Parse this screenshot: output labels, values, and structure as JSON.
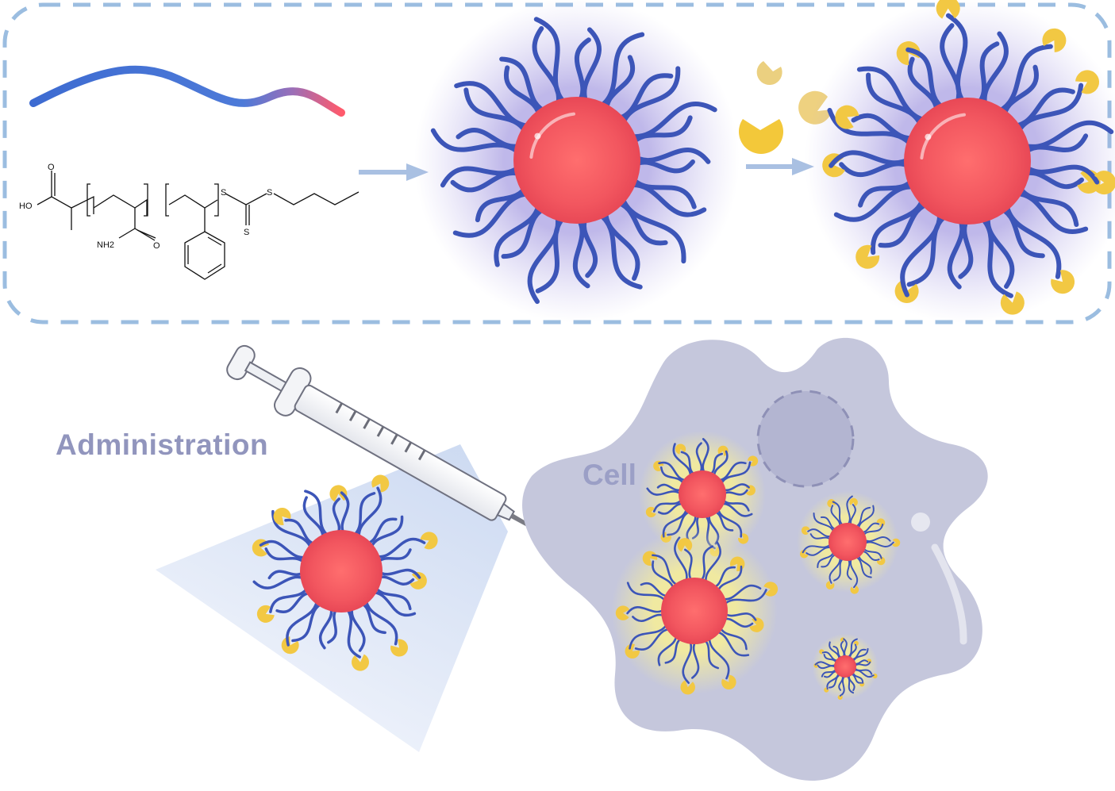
{
  "labels": {
    "administration": "Administration",
    "cell": "Cell"
  },
  "chemical_structure": {
    "atoms": {
      "carboxyl_oxygen": "O",
      "hydroxyl": "HO",
      "amide_nitrogen": "NH2",
      "amide_oxygen": "O",
      "sulfur_1": "S",
      "sulfur_2": "S",
      "sulfur_thione": "S"
    }
  },
  "colors": {
    "core": "#f2565f",
    "corona_chain": "#3c55b8",
    "ligand": "#f2c843",
    "dashed_box": "#9bbde0",
    "arrow": "#a9c0e2",
    "cell_body": "#c5c7dc",
    "label_text": "#9195bd"
  },
  "icons": [
    "syringe-icon",
    "polymer-chain-icon",
    "ligand-pacman-icon"
  ]
}
